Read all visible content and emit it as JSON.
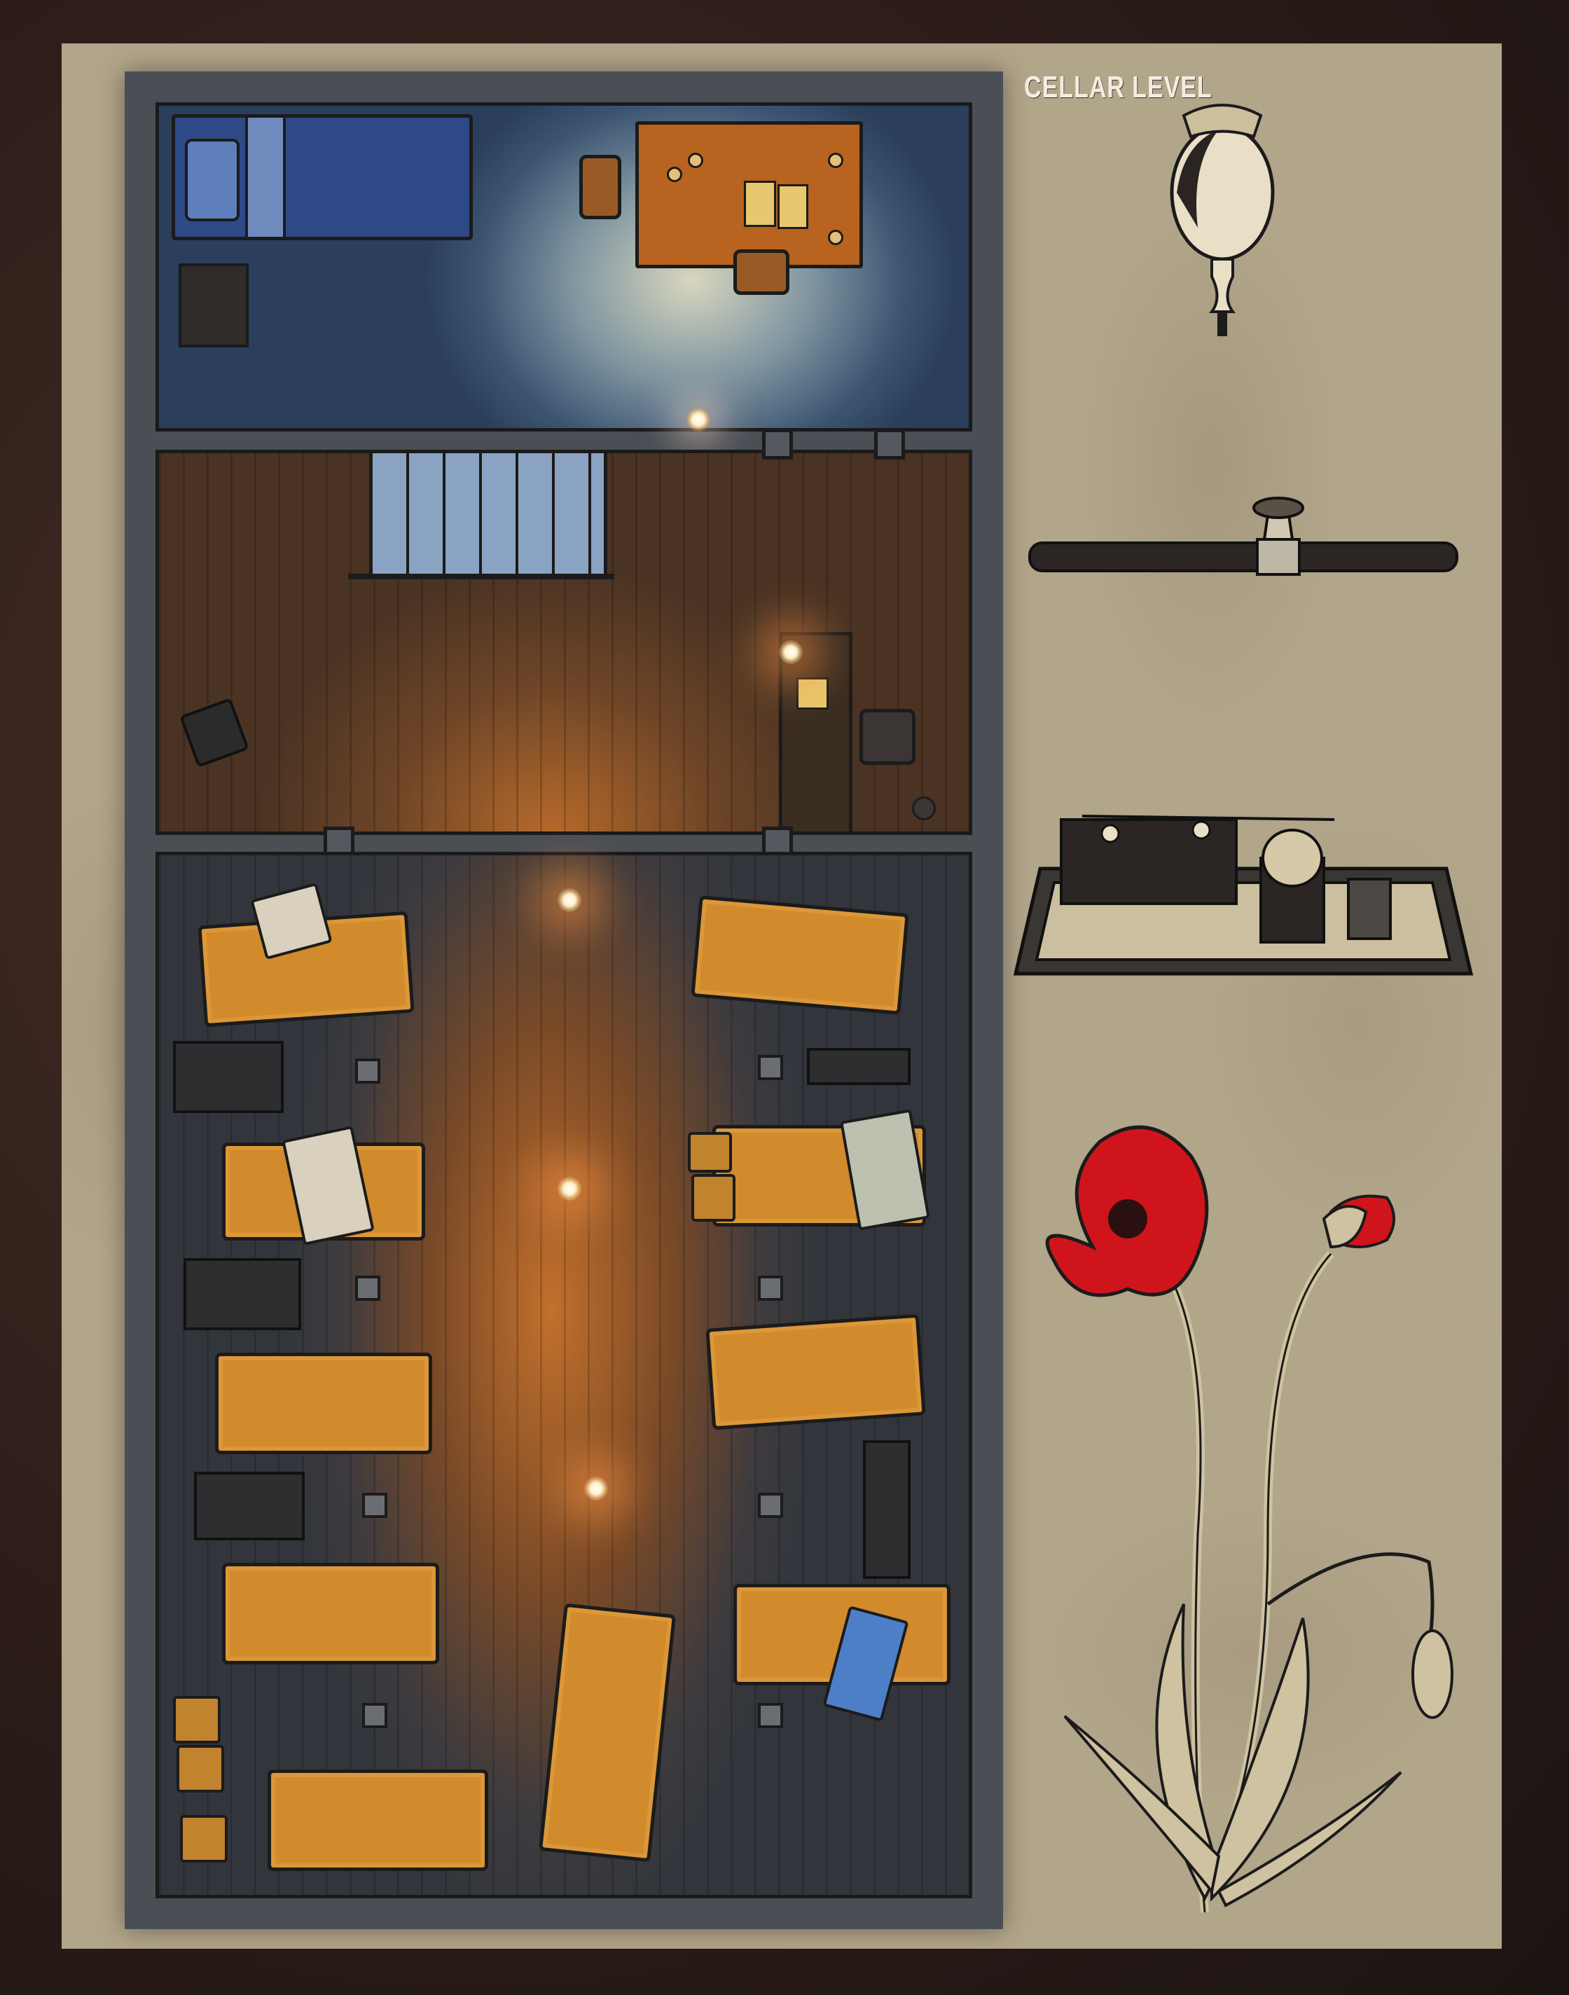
{
  "caption": {
    "level_label": "CELLAR LEVEL"
  },
  "colors": {
    "background": "#2c1d19",
    "page": "#b1a58a",
    "wall": "#4a4f55",
    "bedroom_floor": "#3c5472",
    "wood_floor": "#6e4527",
    "mattress": "#d18a2c",
    "poppy_red": "#d0141c"
  },
  "map": {
    "rooms": [
      "bedroom",
      "entry-hall",
      "dormitory"
    ],
    "icons": [
      "bed-icon",
      "table-icon",
      "stool-icon",
      "stairs-icon",
      "desk-icon",
      "top-hat-icon",
      "lamp-icon",
      "mattress-icon",
      "pipe-tray-icon",
      "post-icon",
      "crate-icon"
    ]
  },
  "illustrations": [
    "poppy-seed-pod-icon",
    "opium-pipe-icon",
    "opium-tray-icon",
    "poppy-flower-icon"
  ]
}
